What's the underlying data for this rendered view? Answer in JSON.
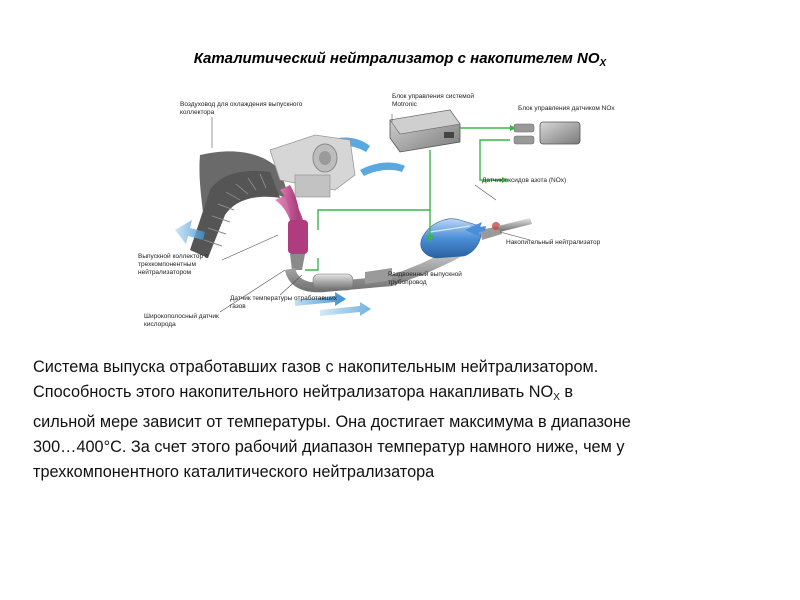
{
  "title": {
    "main": "Каталитический нейтрализатор с накопителем NO",
    "subscript": "X"
  },
  "diagram_labels": {
    "air_duct_1": "Воздуховод для охлаждения выпускного",
    "air_duct_2": "коллектора",
    "ecu_1": "Блок управления системой",
    "ecu_2": "Motronic",
    "nox_ecu": "Блок управления датчиком NOx",
    "nox_sensor": "Датчик оксидов азота (NOx)",
    "storage_cat": "Накопительный нейтрализатор",
    "manifold_1": "Выпускной коллектор с",
    "manifold_2": "трехкомпонентным",
    "manifold_3": "нейтрализатором",
    "temp_sensor_1": "Датчик температуры отработавших",
    "temp_sensor_2": "газов",
    "split_pipe_1": "Раздвоенный выпускной",
    "split_pipe_2": "трубопровод",
    "lambda_1": "Широкополосный датчик",
    "lambda_2": "кислорода"
  },
  "description": {
    "line1": "Система выпуска отработавших газов с накопительным нейтрализатором.",
    "line2_a": "Способность этого накопительного нейтрализатора накапливать NO",
    "line2_sub": "X",
    "line2_b": " в",
    "line3": "сильной мере зависит от температуры. Она достигает максимума в диапазоне",
    "line4": "300…400°С. За счет этого рабочий диапазон температур намного ниже, чем у",
    "line5": "трехкомпонентного каталитического нейтрализатора"
  },
  "colors": {
    "signal_wire": "#3bb54a",
    "airflow": "#4aa3df",
    "manifold": "#c0448a",
    "catalyst": "#4a8fd8"
  }
}
